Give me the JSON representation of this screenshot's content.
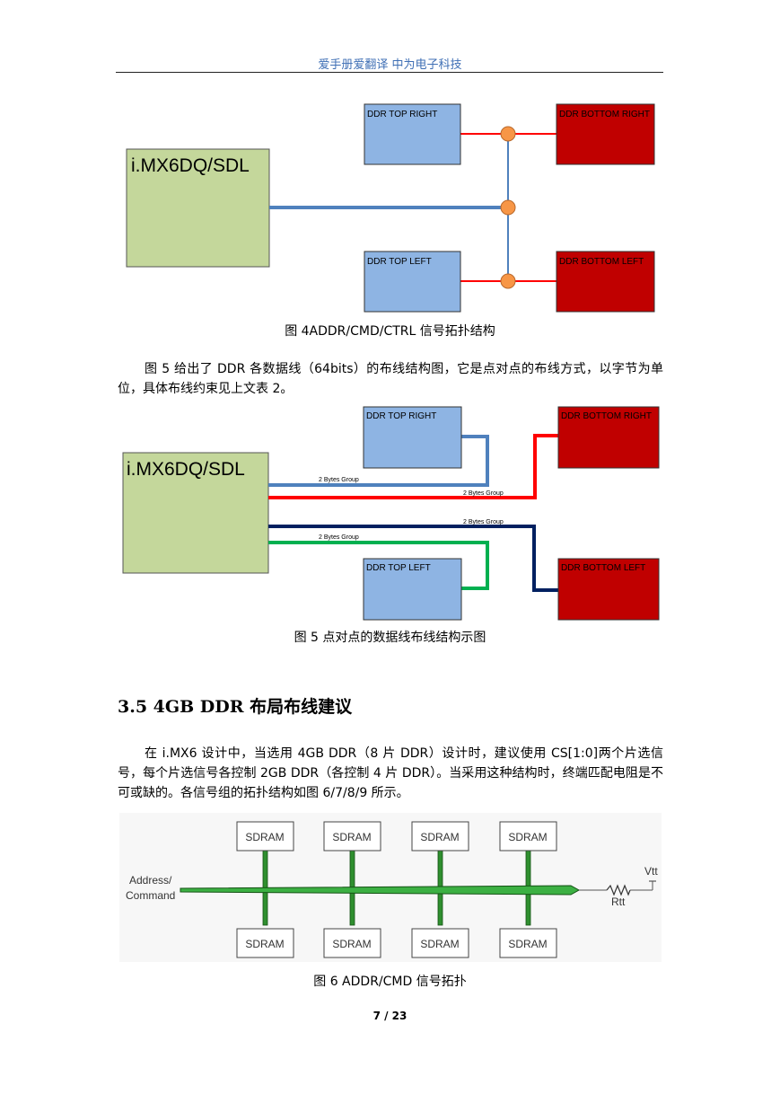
{
  "header": {
    "text": "爱手册爱翻译  中为电子科技"
  },
  "figure4": {
    "soc_label": "i.MX6DQ/SDL",
    "ddr_top_right": "DDR TOP RIGHT",
    "ddr_bottom_right": "DDR BOTTOM RIGHT",
    "ddr_top_left": "DDR TOP LEFT",
    "ddr_bottom_left": "DDR BOTTOM LEFT",
    "caption": "图 4ADDR/CMD/CTRL 信号拓扑结构"
  },
  "paragraph1": "图 5 给出了 DDR 各数据线（64bits）的布线结构图，它是点对点的布线方式，以字节为单位，具体布线约束见上文表 2。",
  "figure5": {
    "soc_label": "i.MX6DQ/SDL",
    "ddr_top_right": "DDR TOP RIGHT",
    "ddr_bottom_right": "DDR BOTTOM RIGHT",
    "ddr_top_left": "DDR TOP LEFT",
    "ddr_bottom_left": "DDR BOTTOM LEFT",
    "group_label": "2 Bytes Group",
    "caption": "图 5 点对点的数据线布线结构示图"
  },
  "section_heading": "3.5 4GB DDR 布局布线建议",
  "paragraph2": "在 i.MX6 设计中，当选用 4GB DDR（8 片 DDR）设计时，建议使用 CS[1:0]两个片选信号，每个片选信号各控制 2GB DDR（各控制 4 片 DDR）。当采用这种结构时，终端匹配电阻是不可或缺的。各信号组的拓扑结构如图 6/7/8/9 所示。",
  "figure6": {
    "sdram_label": "SDRAM",
    "address_label": "Address/",
    "command_label": "Command",
    "vtt_label": "Vtt",
    "rtt_label": "Rtt",
    "caption": "图 6 ADDR/CMD 信号拓扑"
  },
  "page_number": "7 / 23",
  "colors": {
    "soc_fill": "#c4d79b",
    "ddr_top_fill": "#8eb4e3",
    "ddr_bottom_fill": "#c00000",
    "bus_blue": "#4f81bd",
    "trace_red": "#ff0000",
    "trace_navy": "#002060",
    "trace_green": "#00b050",
    "node_orange": "#f79646",
    "header_blue": "#3f6fb5"
  }
}
